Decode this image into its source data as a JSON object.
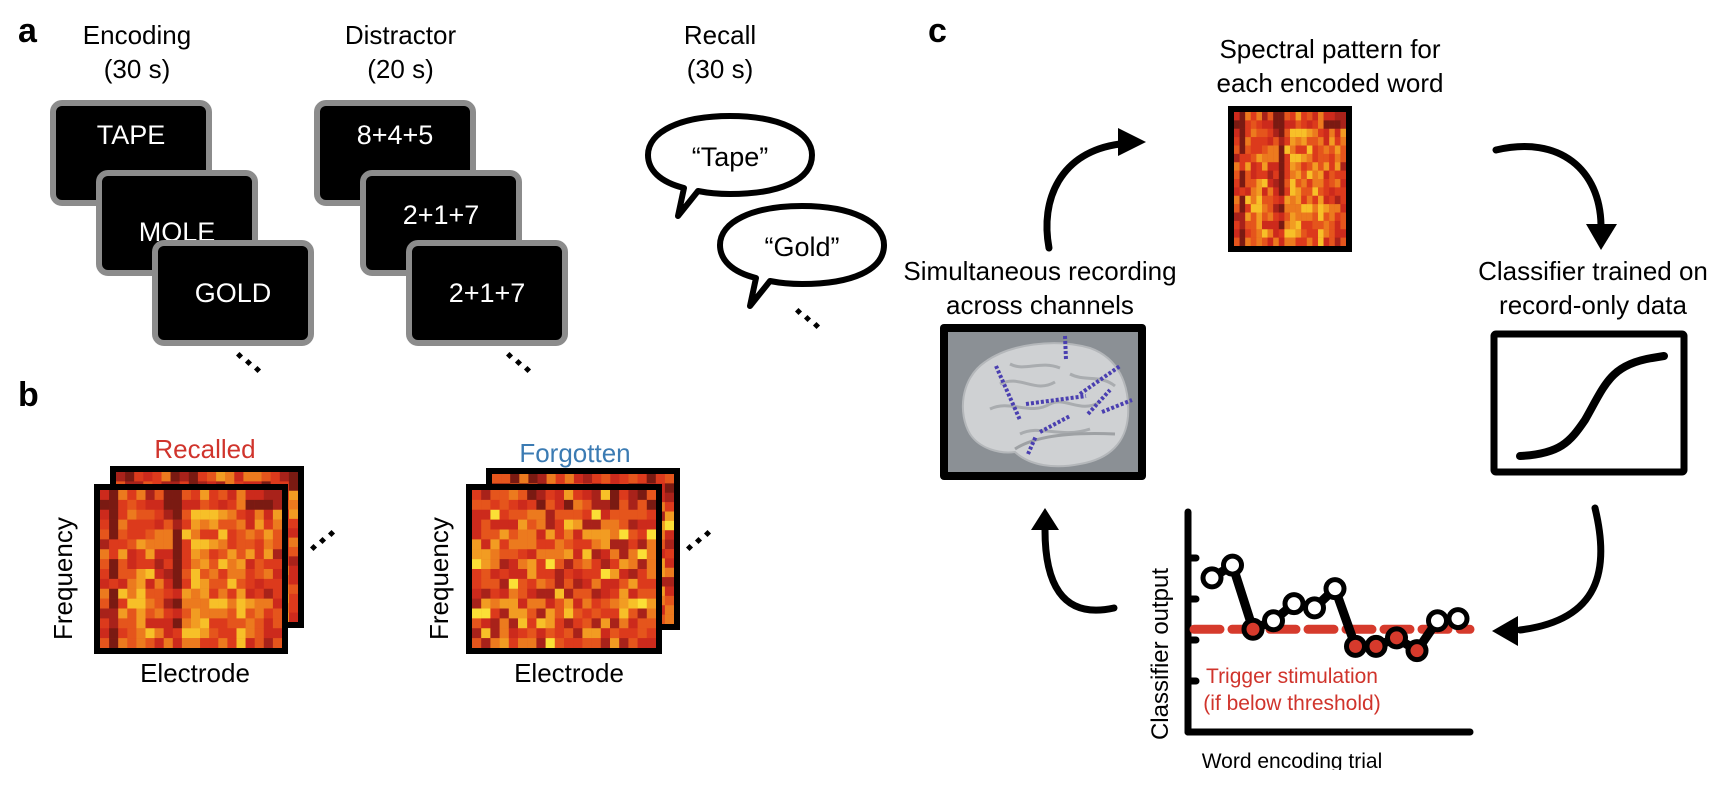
{
  "panel_a": {
    "letter": "a",
    "phases": [
      {
        "name": "Encoding",
        "duration": "(30 s)",
        "screens": [
          "TAPE",
          "MOLE",
          "GOLD"
        ]
      },
      {
        "name": "Distractor",
        "duration": "(20 s)",
        "screens": [
          "8+4+5",
          "2+1+7",
          "2+1+7"
        ]
      },
      {
        "name": "Recall",
        "duration": "(30 s)",
        "bubbles": [
          "“Tape”",
          "“Gold”"
        ]
      }
    ],
    "ellipsis_icon": "diagonal-ellipsis"
  },
  "panel_b": {
    "letter": "b",
    "groups": [
      {
        "title": "Recalled",
        "title_color": "#d0342c",
        "ylabel": "Frequency",
        "xlabel": "Electrode"
      },
      {
        "title": "Forgotten",
        "title_color": "#3b7bb3",
        "ylabel": "Frequency",
        "xlabel": "Electrode"
      }
    ]
  },
  "panel_c": {
    "letter": "c",
    "spectral_label": [
      "Spectral pattern for",
      "each encoded word"
    ],
    "recording_label": [
      "Simultaneous recording",
      "across channels"
    ],
    "classifier_label": [
      "Classifier trained on",
      "record-only data"
    ],
    "trigger_label": [
      "Trigger stimulation",
      "(if below threshold)"
    ],
    "trigger_color": "#d0342c",
    "brain_image": "brain-with-electrodes",
    "sigmoid_icon": "sigmoid-curve"
  },
  "colors": {
    "threshold": "#d63a2c",
    "screen_border": "#8c8c8c",
    "brain_bg": "#8b9095",
    "electrode": "#4a3fb0"
  },
  "chart_data": {
    "type": "line",
    "title": "",
    "xlabel": "Word encoding trial",
    "ylabel": "Classifier output",
    "x": [
      1,
      2,
      3,
      4,
      5,
      6,
      7,
      8,
      9,
      10,
      11,
      12,
      13
    ],
    "values": [
      0.72,
      0.78,
      0.48,
      0.52,
      0.6,
      0.58,
      0.67,
      0.4,
      0.4,
      0.44,
      0.38,
      0.52,
      0.53
    ],
    "below_threshold": [
      false,
      false,
      true,
      false,
      false,
      false,
      false,
      true,
      true,
      true,
      true,
      false,
      false
    ],
    "threshold": 0.48,
    "ylim": [
      0,
      1
    ],
    "yticks": 4,
    "grid": false,
    "legend": "none"
  }
}
